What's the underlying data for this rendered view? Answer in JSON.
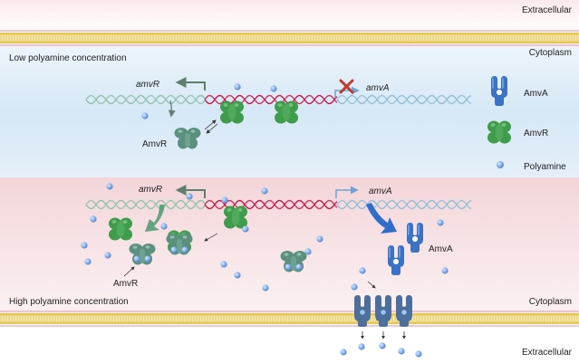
{
  "labels": {
    "extracellular_top": "Extracellular",
    "cytoplasm_top": "Cytoplasm",
    "low_condition": "Low polyamine concentration",
    "high_condition": "High polyamine concentration",
    "cytoplasm_bottom": "Cytoplasm",
    "extracellular_bottom": "Extracellular"
  },
  "genes": {
    "regulator_top": "amvR",
    "transporter_top": "amvA",
    "regulator_bottom": "amvR",
    "transporter_bottom": "amvA"
  },
  "proteins": {
    "amvr_free_top": "AmvR",
    "amvr_bound_bottom": "AmvR",
    "amva_bottom": "AmvA"
  },
  "legend": [
    {
      "label": "AmvA",
      "icon": "amva-transporter-icon"
    },
    {
      "label": "AmvR",
      "icon": "amvr-dimer-icon"
    },
    {
      "label": "Polyamine",
      "icon": "polyamine-icon"
    }
  ],
  "colors": {
    "low_panel": "#dcebf7",
    "high_panel": "#f7e0e2",
    "membrane_gold": "#e6c85a",
    "membrane_pink": "#f2b8be",
    "dna_green": "#8fc3a8",
    "dna_red": "#c8194a",
    "dna_blue": "#8fbfd8",
    "amvr_green": "#3f9c4c",
    "amvr_gray": "#5b8f7e",
    "amva_blue": "#3b72c4",
    "polyamine_blue": "#7eaee8",
    "arrow_blue": "#2f6ec9",
    "arrow_gray": "#5e7f6e",
    "repress_x": "#c0392b"
  }
}
